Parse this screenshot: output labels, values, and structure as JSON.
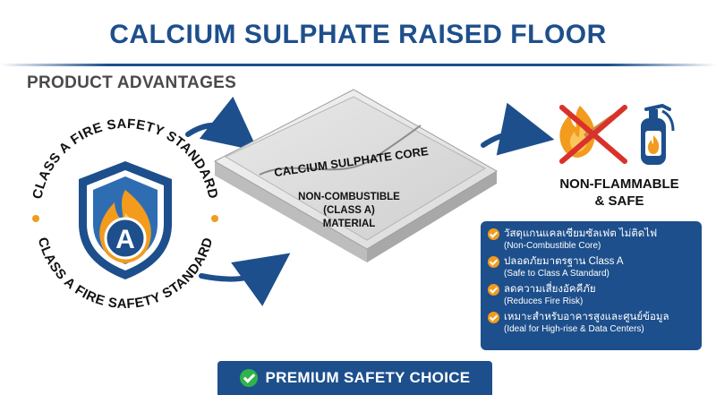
{
  "header": {
    "title": "CALCIUM SULPHATE RAISED FLOOR",
    "section_title": "PRODUCT ADVANTAGES"
  },
  "badge": {
    "ring_text_top": "CLASS A FIRE SAFETY STANDARD",
    "ring_text_bottom": "CLASS A FIRE SAFETY STANDARD",
    "shield_letter": "A"
  },
  "panel": {
    "core_label": "CALCIUM SULPHATE CORE",
    "line1": "NON-COMBUSTIBLE",
    "line2": "(CLASS A)",
    "line3": "MATERIAL"
  },
  "icons": {
    "no_fire": "no-fire-icon",
    "extinguisher": "fire-extinguisher-icon"
  },
  "caption": {
    "line1": "NON-FLAMMABLE",
    "line2": "& SAFE"
  },
  "advantages": [
    {
      "thai": "วัสดุแกนแคลเซียมซัลเฟต ไม่ติดไฟ",
      "english": "(Non-Combustible Core)"
    },
    {
      "thai": "ปลอดภัยมาตรฐาน Class A",
      "english": "(Safe to Class A Standard)"
    },
    {
      "thai": "ลดความเสี่ยงอัคคีภัย",
      "english": "(Reduces Fire Risk)"
    },
    {
      "thai": "เหมาะสำหรับอาคารสูงและศูนย์ข้อมูล",
      "english": "(Ideal for High-rise & Data Centers)"
    }
  ],
  "banner": {
    "label": "PREMIUM SAFETY CHOICE"
  },
  "colors": {
    "brand_blue": "#1d4f8c",
    "accent_orange": "#f29b1d",
    "check_green": "#2fb34a",
    "alert_red": "#d8322b"
  }
}
